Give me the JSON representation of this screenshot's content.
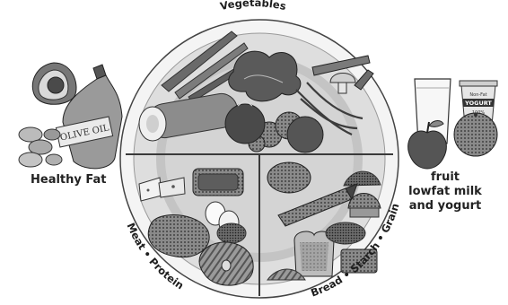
{
  "plate": {
    "top_label": "Vegetables",
    "bottom_left_label": "Meat • Protein",
    "bottom_right_label": "Bread • Starch • Grain"
  },
  "side": {
    "healthy_fat": "Healthy Fat",
    "fruit": "fruit",
    "lowfat_milk": "lowfat milk",
    "and_yogurt": "and yogurt"
  },
  "bottle": {
    "label": "OLIVE OIL"
  },
  "yogurt": {
    "brand_line": "Non-Fat",
    "name": "YOGURT",
    "percent": "100%"
  }
}
